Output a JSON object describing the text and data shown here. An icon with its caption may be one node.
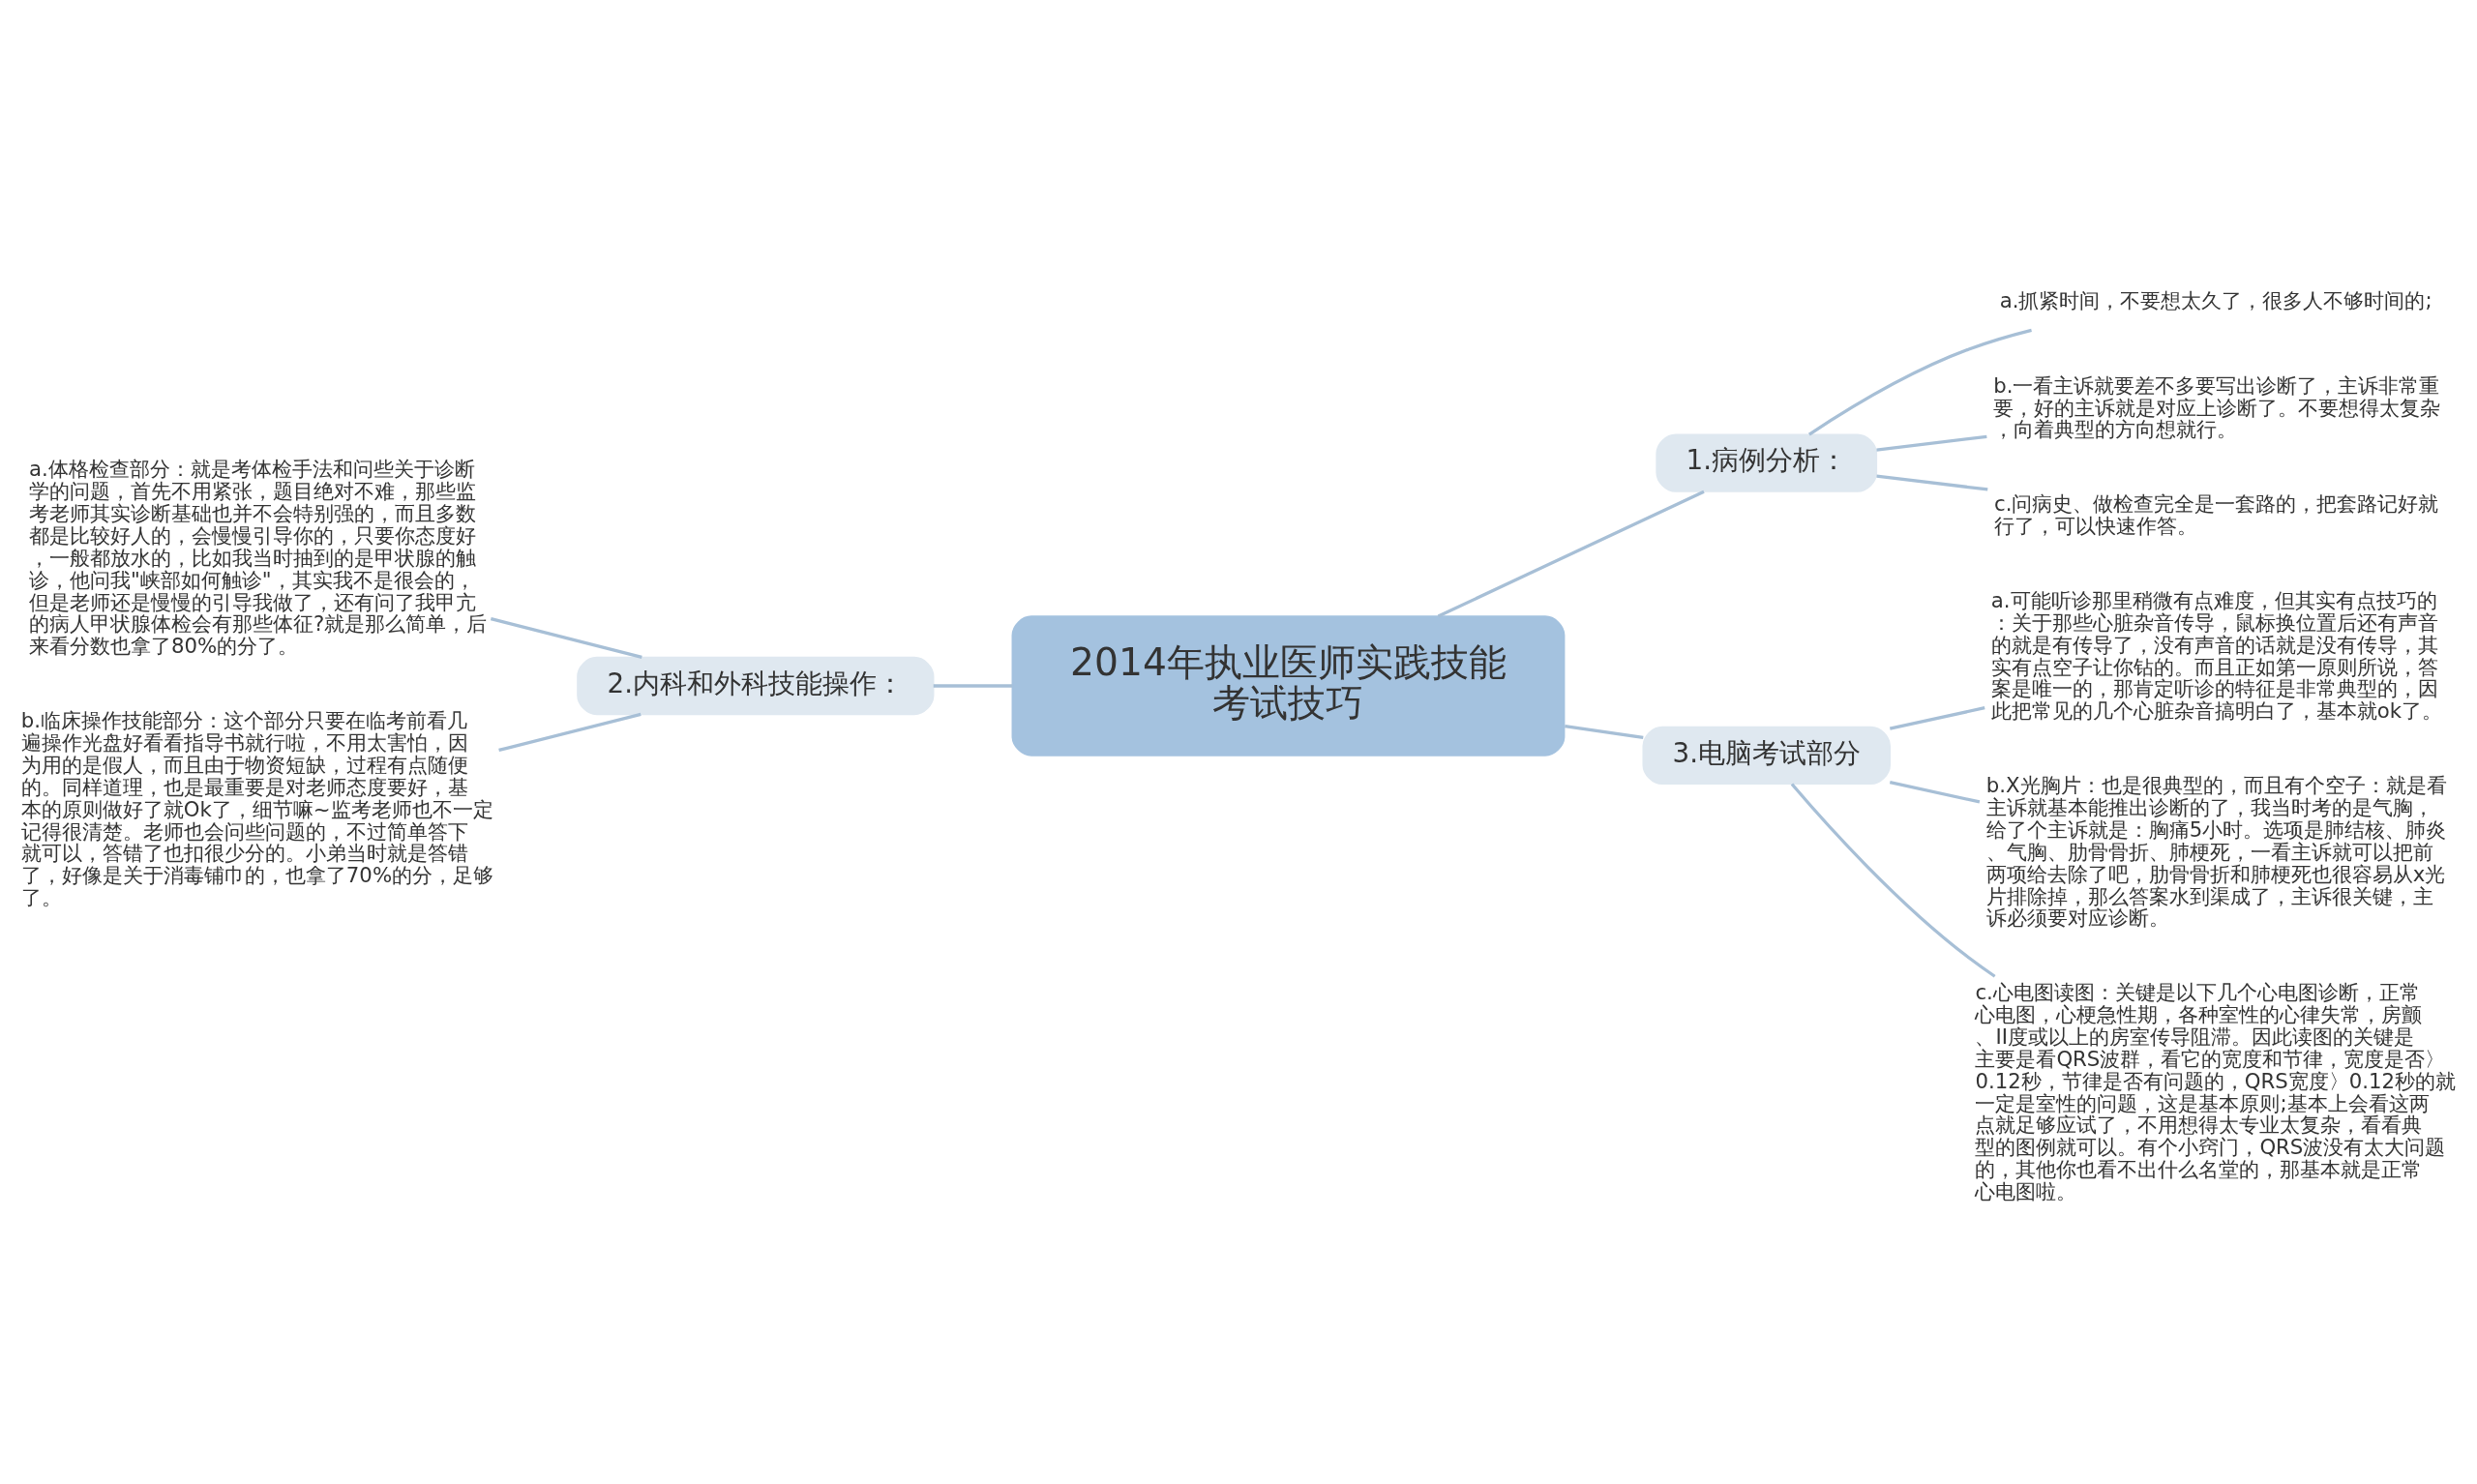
{
  "diagram": {
    "nodes": [
      {
        "text": [
          "2014年执业医师实践技能考试技巧"
        ]
      },
      {
        "text": [
          "1.病例分析："
        ]
      },
      {
        "text": [
          "a.抓紧时间，不要想太久了，很多人不够时间的;"
        ]
      },
      {
        "text": [
          "b.一看主诉就要差不多要写出诊断了，主诉非常重要，好的主诉就是对应上诊断了。不要想得太复杂，向着典型的方向想就行。"
        ]
      },
      {
        "text": [
          "c.问病史、做检查完全是一套路的，把套路记好就行了，可以快速作答。"
        ]
      },
      {
        "text": [
          "2.内科和外科技能操作："
        ]
      },
      {
        "text": [
          "a.体格检查部分：就是考体检手法和问些关于诊断学的问题，首先不用紧张，题目绝对不难，那些监考老师其实诊断基础也并不会特别强的，而且多数都是比较好人的，会慢慢引导你的，只要你态度好，一般都放水的，比如我当时抽到的是甲状腺的触诊，他问我\"峡部如何触诊\"，其实我不是很会的，但是老师还是慢慢的引导我做了，还有问了我甲亢的病人甲状腺体检会有那些体征?就是那么简单，后来看分数也拿了80%的分了。"
        ]
      },
      {
        "text": [
          "b.临床操作技能部分：这个部分只要在临考前看几遍操作光盘好看看指导书就行啦，不用太害怕，因为用的是假人，而且由于物资短缺，过程有点随便的。同样道理，也是最重要是对老师态度要好，基本的原则做好了就Ok了，细节嘛~监考老师也不一定记得很清楚。老师也会问些问题的，不过简单答下就可以，答错了也扣很少分的。小弟当时就是答错了，好像是关于消毒铺巾的，也拿了70%的分，足够了。"
        ]
      },
      {
        "text": [
          "3.电脑考试部分"
        ]
      },
      {
        "text": [
          "a.可能听诊那里稍微有点难度，但其实有点技巧的：关于那些心脏杂音传导，鼠标换位置后还有声音的就是有传导了，没有声音的话就是没有传导，其实有点空子让你钻的。而且正如第一原则所说，答案是唯一的，那肯定听诊的特征是非常典型的，因此把常见的几个心脏杂音搞明白了，基本就ok了。"
        ]
      },
      {
        "text": [
          "b.X光胸片：也是很典型的，而且有个空子：就是看主诉就基本能推出诊断的了，我当时考的是气胸，给了个主诉就是：胸痛5小时。选项是肺结核、肺炎、气胸、肋骨骨折、肺梗死，一看主诉就可以把前两项给去除了吧，肋骨骨折和肺梗死也很容易从x光片排除掉，那么答案水到渠成了，主诉很关键，主诉必须要对应诊断。"
        ]
      },
      {
        "text": [
          "c.心电图读图：关键是以下几个心电图诊断，正常心电图，心梗急性期，各种室性的心律失常，房颤、II度或以上的房室传导阻滞。因此读图的关键是主要是看QRS波群，看它的宽度和节律，宽度是否〉0.12秒，节律是否有问题的，QRS宽度〉0.12秒的就一定是室性的问题，这是基本原则;基本上会看这两点就足够应试了，不用想得太专业太复杂，看看典型的图例就可以。有个小窍门，QRS波没有太大问题的，其他你也看不出什么名堂的，那基本就是正常心电图啦。"
        ]
      }
    ],
    "edges": [
      {
        "from": 0,
        "to": 1,
        "arrow": "none"
      },
      {
        "from": 1,
        "to": 2,
        "arrow": "none"
      },
      {
        "from": 1,
        "to": 3,
        "arrow": "none"
      },
      {
        "from": 1,
        "to": 4,
        "arrow": "none"
      },
      {
        "from": 0,
        "to": 5,
        "arrow": "none"
      },
      {
        "from": 5,
        "to": 6,
        "arrow": "none"
      },
      {
        "from": 5,
        "to": 7,
        "arrow": "none"
      },
      {
        "from": 0,
        "to": 8,
        "arrow": "none"
      },
      {
        "from": 8,
        "to": 9,
        "arrow": "none"
      },
      {
        "from": 8,
        "to": 10,
        "arrow": "none"
      },
      {
        "from": 8,
        "to": 11,
        "arrow": "none"
      }
    ]
  }
}
